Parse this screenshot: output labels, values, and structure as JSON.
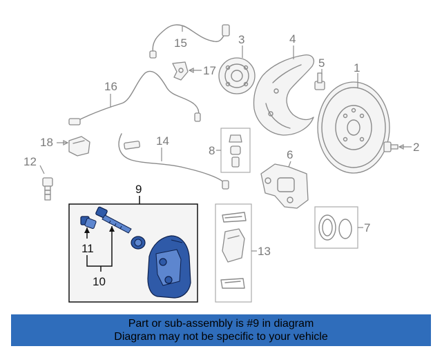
{
  "diagram": {
    "callouts": {
      "c1": "1",
      "c2": "2",
      "c3": "3",
      "c4": "4",
      "c5": "5",
      "c6": "6",
      "c7": "7",
      "c8": "8",
      "c9": "9",
      "c10": "10",
      "c11": "11",
      "c12": "12",
      "c13": "13",
      "c14": "14",
      "c15": "15",
      "c16": "16",
      "c17": "17",
      "c18": "18"
    },
    "highlighted_part": "9"
  },
  "banner": {
    "line1": "Part or sub-assembly is #9 in diagram",
    "line2": "Diagram may not be specific to your vehicle",
    "background": "#2f6dbb"
  },
  "colors": {
    "line_art": "#8a8a8a",
    "highlight": "#2f5aa8",
    "callout_dark": "#111111",
    "panel_bg": "#f4f4f4"
  }
}
